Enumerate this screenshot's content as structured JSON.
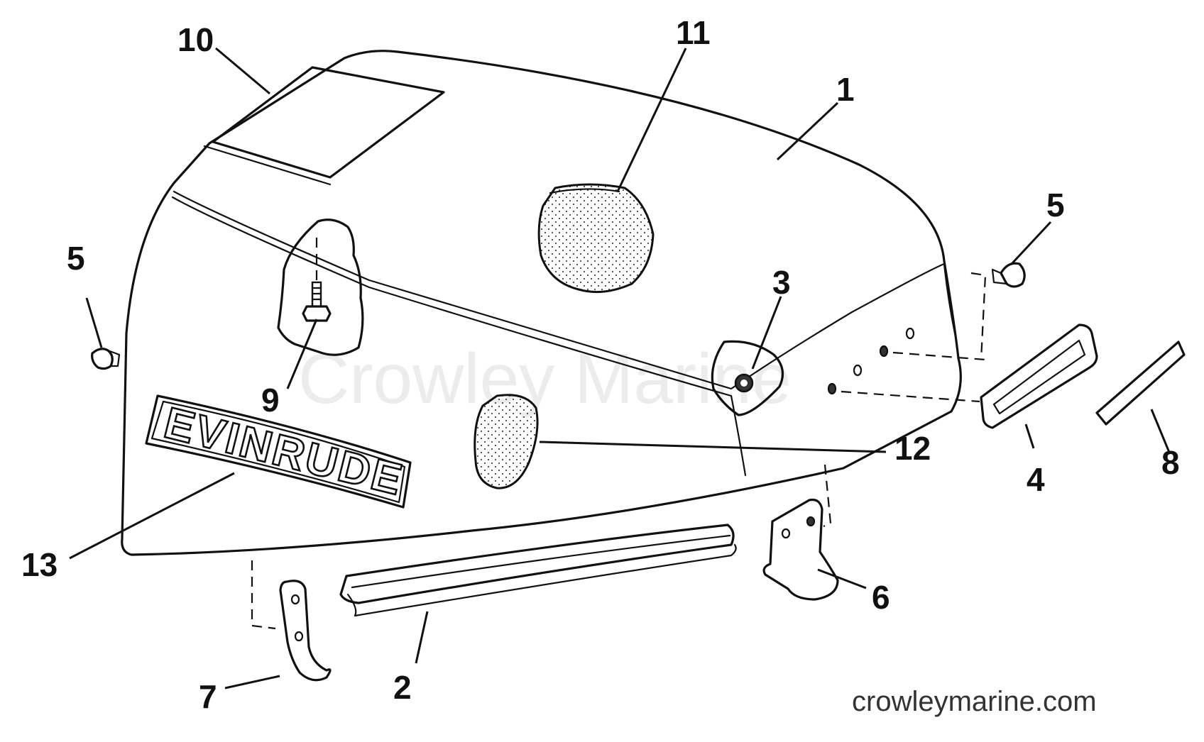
{
  "watermark": "Crowley Marine",
  "website": "crowleymarine.com",
  "brand_decal": "EVINRUDE",
  "callouts": [
    {
      "id": "1",
      "label": "1"
    },
    {
      "id": "2",
      "label": "2"
    },
    {
      "id": "3",
      "label": "3"
    },
    {
      "id": "4",
      "label": "4"
    },
    {
      "id": "5a",
      "label": "5"
    },
    {
      "id": "5b",
      "label": "5"
    },
    {
      "id": "6",
      "label": "6"
    },
    {
      "id": "7",
      "label": "7"
    },
    {
      "id": "8",
      "label": "8"
    },
    {
      "id": "9",
      "label": "9"
    },
    {
      "id": "10",
      "label": "10"
    },
    {
      "id": "11",
      "label": "11"
    },
    {
      "id": "12",
      "label": "12"
    },
    {
      "id": "13",
      "label": "13"
    }
  ]
}
